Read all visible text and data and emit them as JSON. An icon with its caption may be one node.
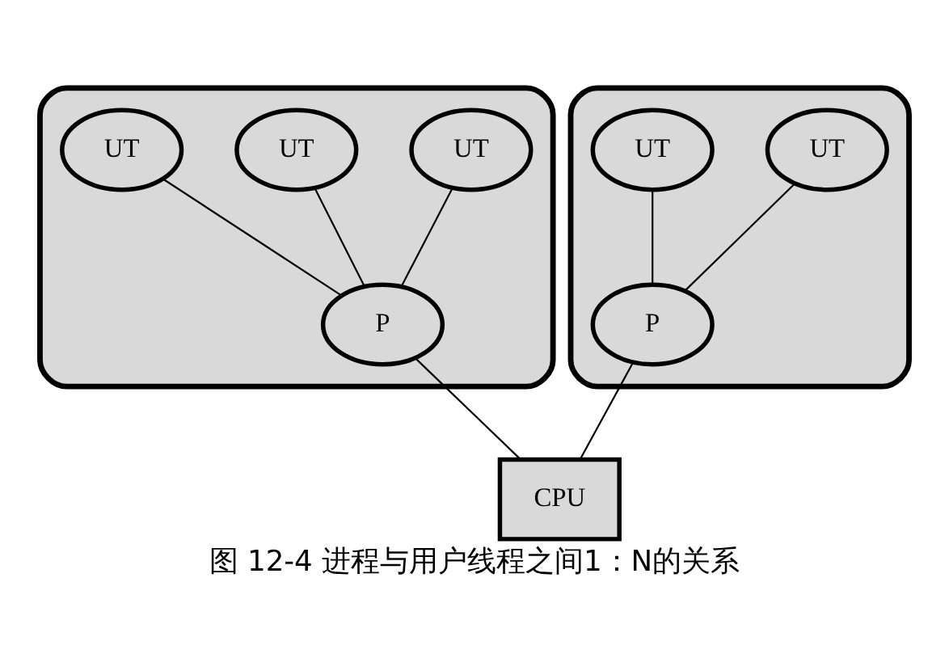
{
  "diagram": {
    "caption": "图 12-4 进程与用户线程之间1：N的关系",
    "nodes": [
      {
        "text": [],
        "shape": "box"
      },
      {
        "text": [
          "UT"
        ],
        "in": 0
      },
      {
        "text": [
          "UT"
        ],
        "in": 0
      },
      {
        "text": [
          "UT"
        ],
        "in": 0
      },
      {
        "text": [
          "P"
        ],
        "in": 0
      },
      {
        "text": [],
        "shape": "box"
      },
      {
        "text": [
          "UT"
        ],
        "in": 5
      },
      {
        "text": [
          "UT"
        ],
        "in": 5
      },
      {
        "text": [
          "P"
        ],
        "in": 5
      },
      {
        "text": [
          "CPU"
        ]
      }
    ],
    "edges": [
      {
        "from": 1,
        "to": 4,
        "arrow": "none"
      },
      {
        "from": 2,
        "to": 4,
        "arrow": "none"
      },
      {
        "from": 3,
        "to": 4,
        "arrow": "none"
      },
      {
        "from": 6,
        "to": 8,
        "arrow": "none"
      },
      {
        "from": 7,
        "to": 8,
        "arrow": "none"
      },
      {
        "from": 4,
        "to": 9,
        "arrow": "none"
      },
      {
        "from": 8,
        "to": 9,
        "arrow": "none"
      }
    ]
  }
}
